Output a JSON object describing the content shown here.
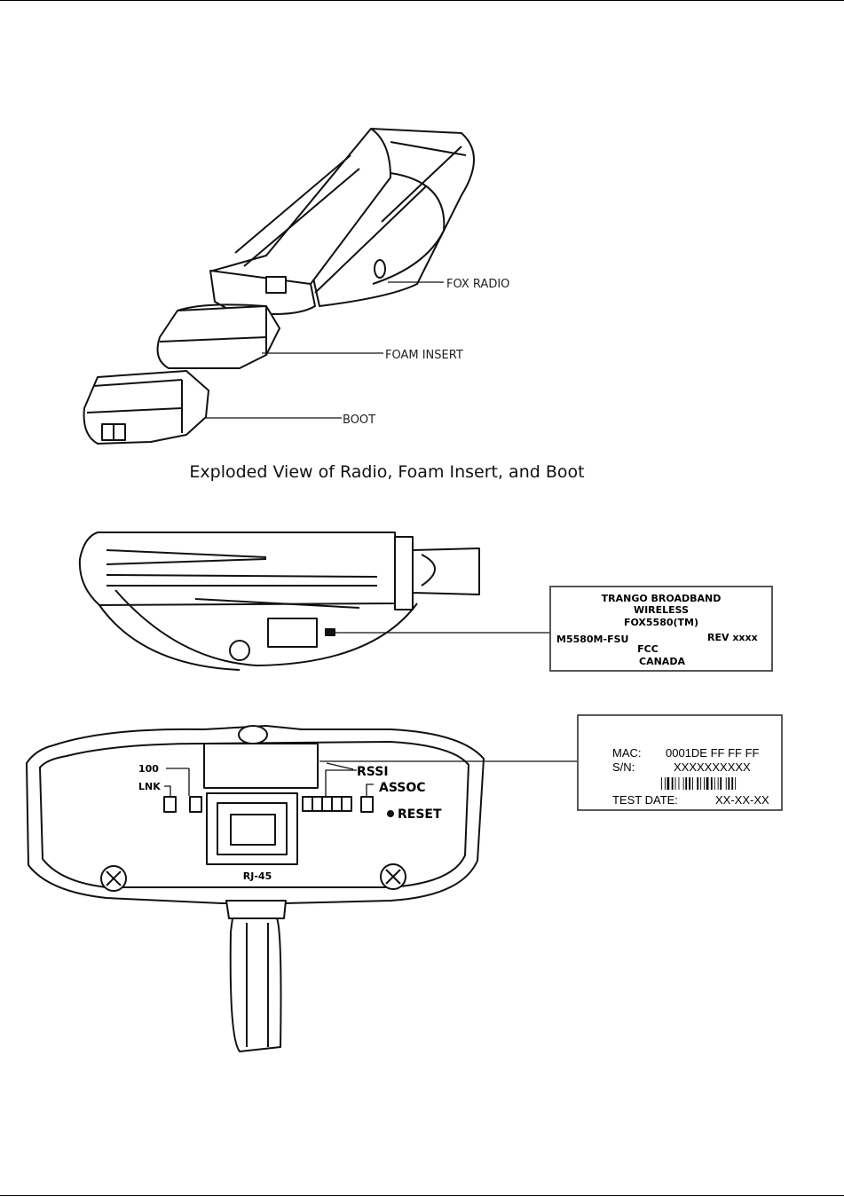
{
  "exploded_view": {
    "caption": "Exploded View of Radio, Foam Insert, and Boot",
    "callouts": {
      "radio": "FOX RADIO",
      "foam": "FOAM INSERT",
      "boot": "BOOT"
    }
  },
  "side_view_label": {
    "line1": "TRANGO BROADBAND",
    "line2": "WIRELESS",
    "line3": "FOX5580(TM)",
    "model": "M5580M-FSU",
    "rev": "REV xxxx",
    "fcc": "FCC",
    "canada": "CANADA"
  },
  "bottom_panel": {
    "led_100": "100",
    "led_lnk": "LNK",
    "rssi": "RSSI",
    "assoc": "ASSOC",
    "reset": "RESET",
    "port": "RJ-45"
  },
  "mac_label": {
    "mac_key": "MAC:",
    "mac_value": "0001DE FF FF FF",
    "sn_key": "S/N:",
    "sn_value": "XXXXXXXXXX",
    "date_key": "TEST DATE:",
    "date_value": "XX-XX-XX"
  }
}
